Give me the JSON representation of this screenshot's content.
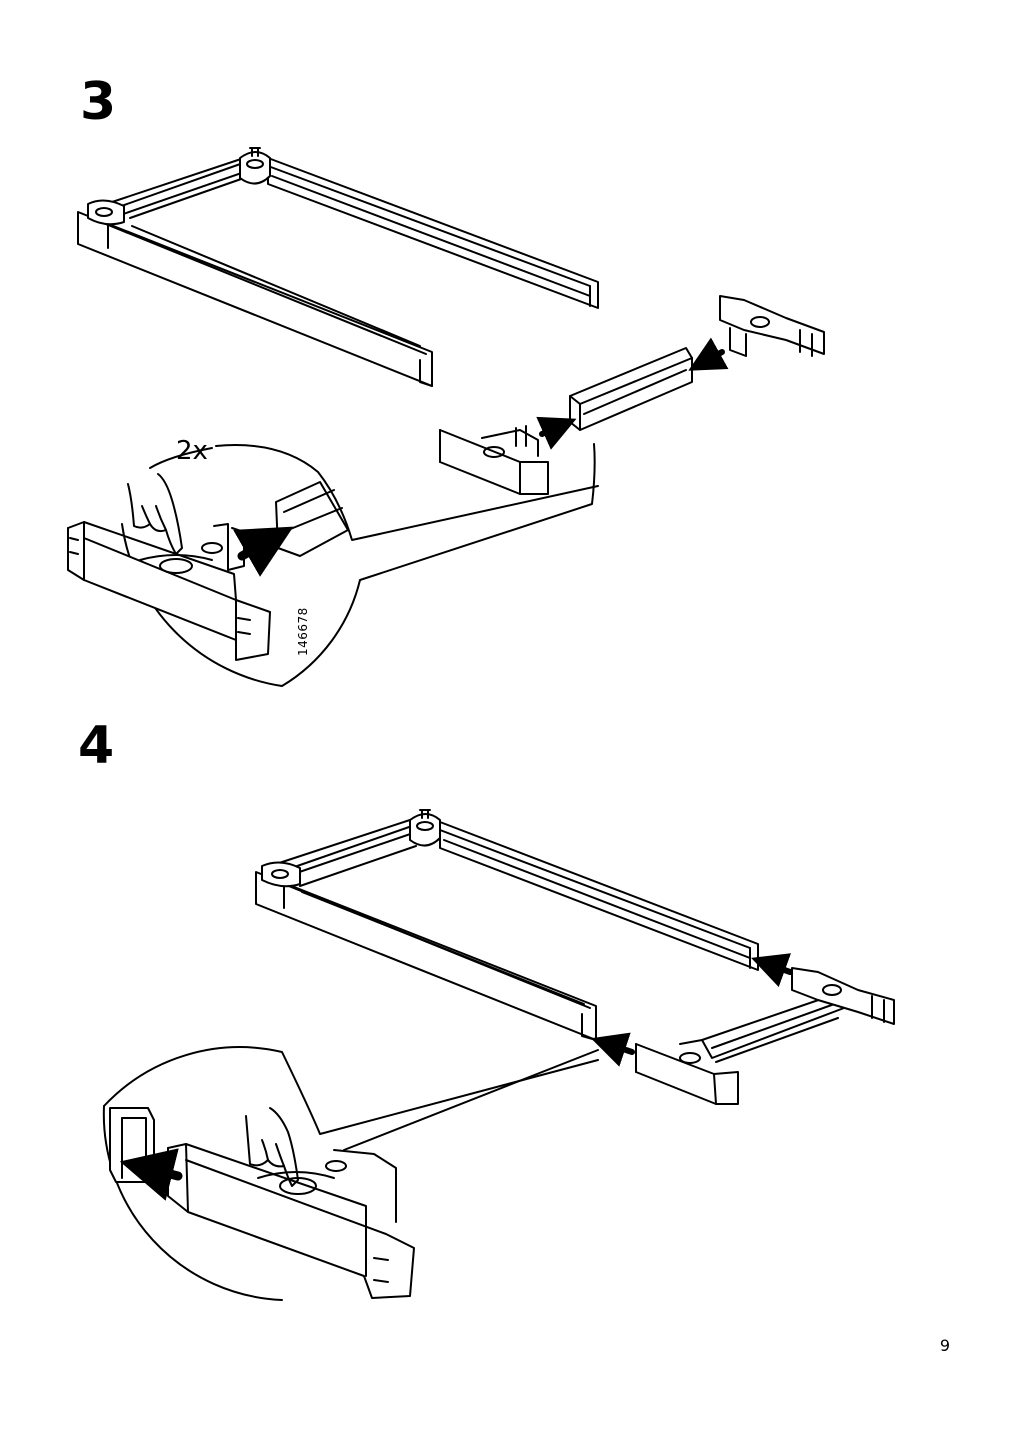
{
  "steps": [
    {
      "number": "3",
      "quantity": "2x",
      "part_code": "146678"
    },
    {
      "number": "4"
    }
  ],
  "page_number": "9",
  "icons": [
    "arrow-icon",
    "pointing-hand-icon",
    "magnifier-callout"
  ]
}
